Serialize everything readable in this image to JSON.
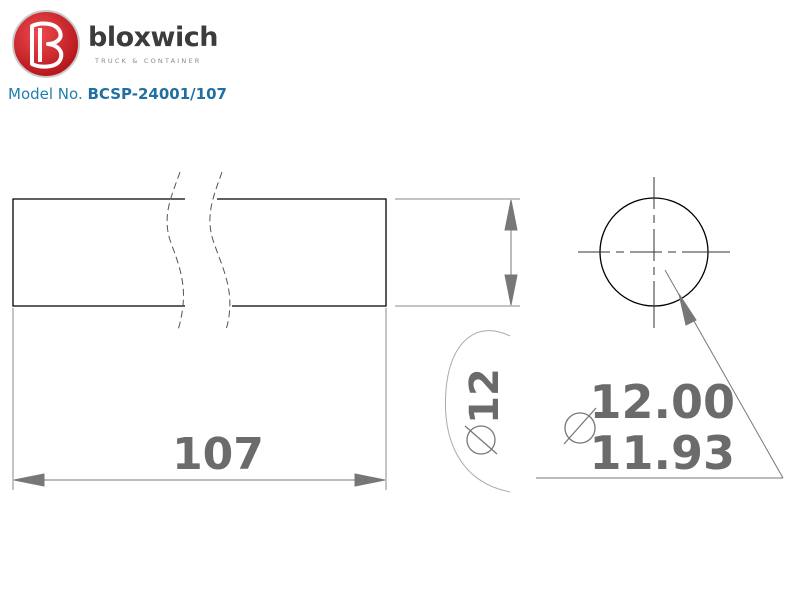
{
  "logo": {
    "name": "bloxwich",
    "tagline": "TRUCK & CONTAINER",
    "brand_red": "#d2232a"
  },
  "model": {
    "label": "Model No.",
    "number": "BCSP-24001/107",
    "color": "#1f7fb0"
  },
  "dimensions": {
    "length": "107",
    "diameter_nominal": "12",
    "tolerance_upper": "12.00",
    "tolerance_lower": "11.93"
  }
}
